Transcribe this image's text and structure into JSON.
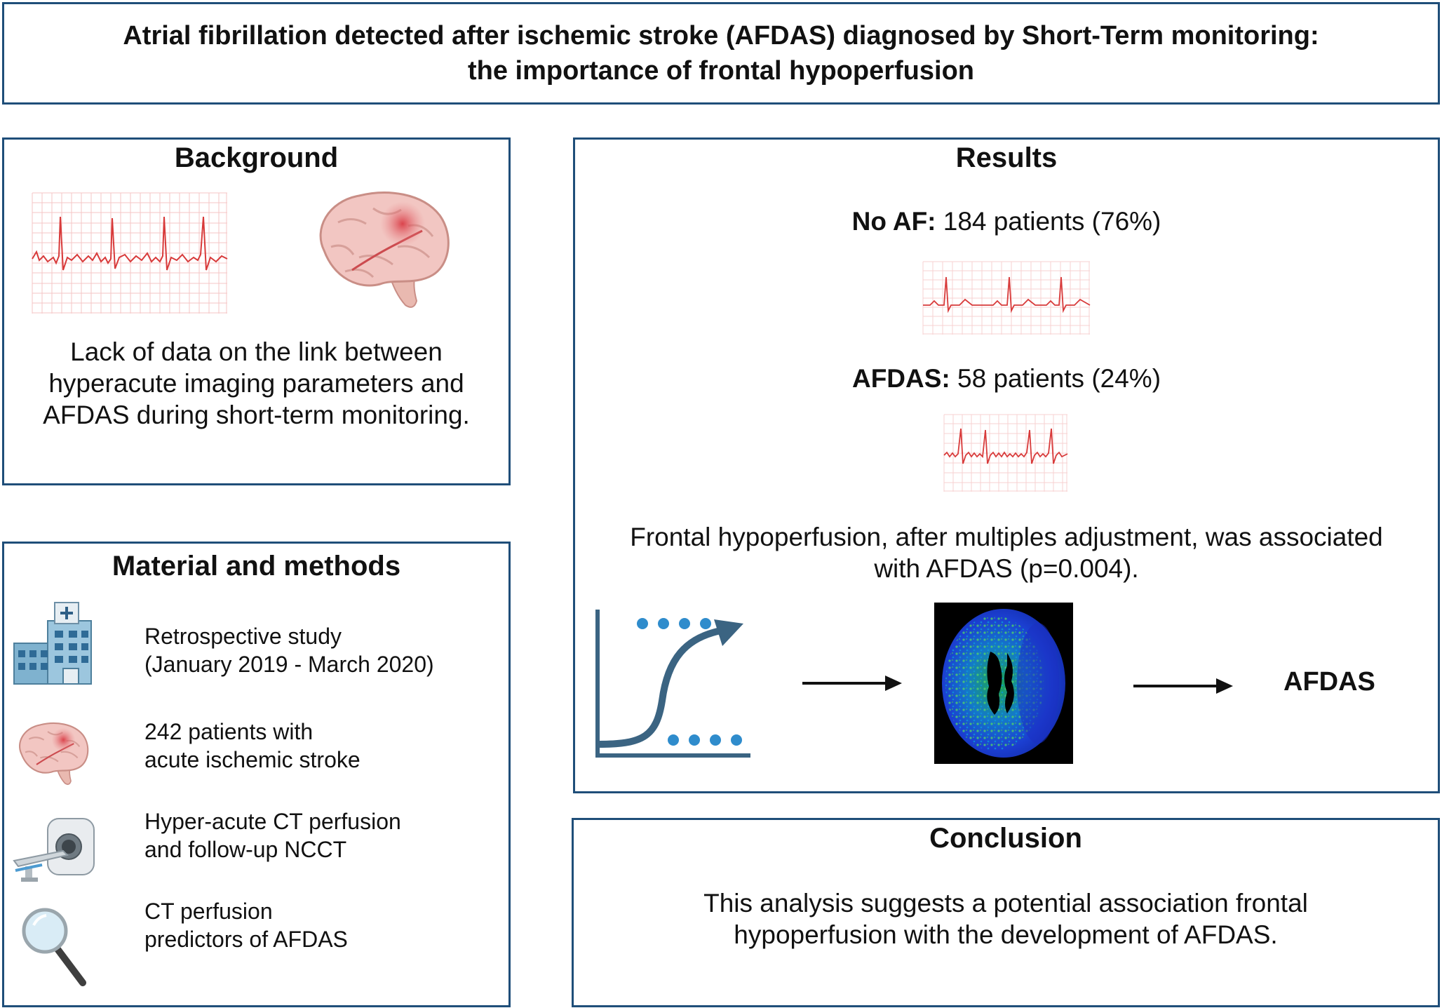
{
  "title": {
    "line1": "Atrial fibrillation detected after ischemic stroke (AFDAS) diagnosed by Short-Term monitoring:",
    "line2": "the importance of frontal hypoperfusion"
  },
  "background": {
    "heading": "Background",
    "text_lines": [
      "Lack of data on the link between",
      "hyperacute imaging parameters and",
      "AFDAS during short-term monitoring."
    ]
  },
  "methods": {
    "heading": "Material and methods",
    "items": [
      {
        "icon": "hospital-icon",
        "lines": [
          "Retrospective study",
          "(January 2019 - March 2020)"
        ]
      },
      {
        "icon": "brain-icon",
        "lines": [
          "242 patients with",
          "acute ischemic stroke"
        ]
      },
      {
        "icon": "ct-scanner-icon",
        "lines": [
          "Hyper-acute CT perfusion",
          "and follow-up NCCT"
        ]
      },
      {
        "icon": "magnifier-icon",
        "lines": [
          "CT perfusion",
          "predictors of AFDAS"
        ]
      }
    ]
  },
  "results": {
    "heading": "Results",
    "no_af": {
      "label": "No AF:",
      "value": "184 patients (76%)"
    },
    "afdas": {
      "label": "AFDAS:",
      "value": "58 patients (24%)"
    },
    "finding_lines": [
      "Frontal  hypoperfusion, after multiples adjustment, was associated",
      "with AFDAS (p=0.004)."
    ],
    "outcome_label": "AFDAS"
  },
  "conclusion": {
    "heading": "Conclusion",
    "text_lines": [
      "This analysis suggests a potential association frontal",
      "hypoperfusion with the development of AFDAS."
    ]
  },
  "colors": {
    "border": "#1f4e79",
    "ecg_grid": "#f4c5c5",
    "ecg_trace": "#d83a3a",
    "curve": "#3b6482",
    "dots": "#2f8ccc"
  }
}
